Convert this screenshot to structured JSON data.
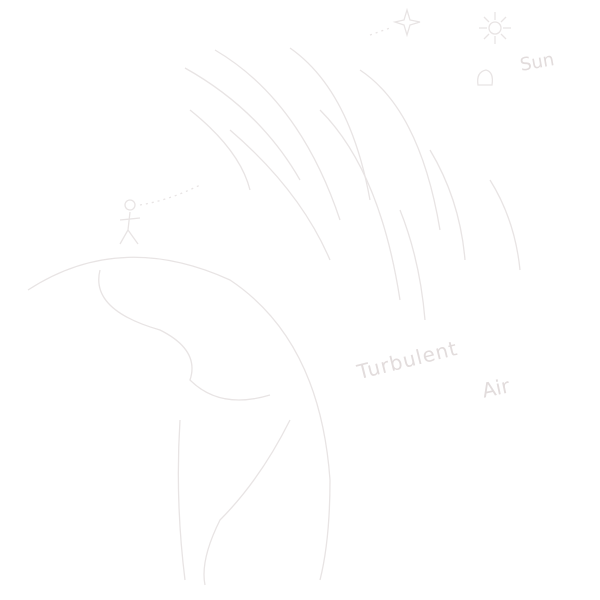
{
  "labels": {
    "turbulent": "Turbulent",
    "air": "Air",
    "sun": "Sun"
  },
  "colors": {
    "stroke": "#e8e4e4"
  }
}
